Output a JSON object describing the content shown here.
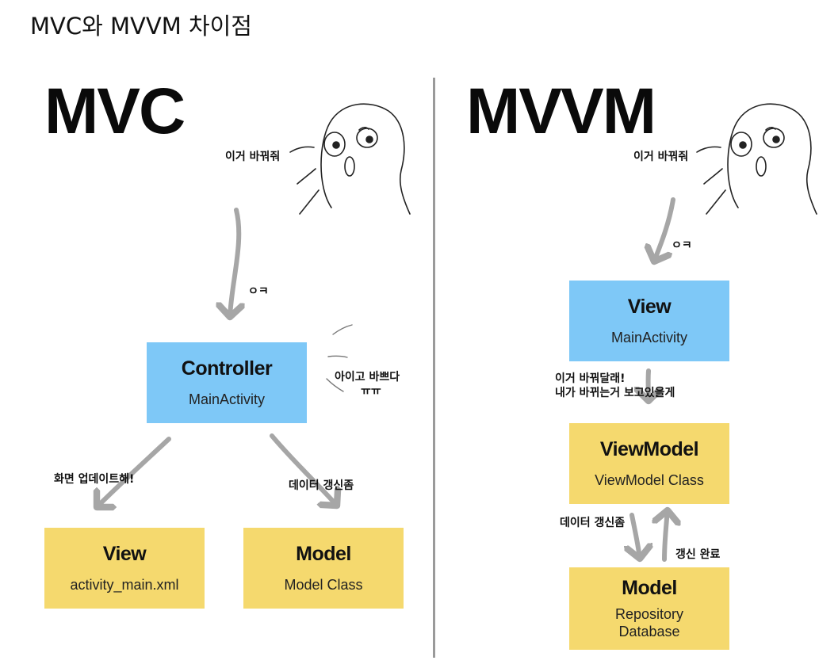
{
  "page_title": "MVC와 MVVM 차이점",
  "mvc": {
    "title": "MVC",
    "request_text": "이거 바꿔줘",
    "ok_text": "ㅇㅋ",
    "controller": {
      "title": "Controller",
      "subtitle": "MainActivity"
    },
    "busy_text_1": "아이고 바쁘다",
    "busy_text_2": "ㅠㅠ",
    "view_arrow_text": "화면 업데이트해!",
    "model_arrow_text": "데이터 갱신좀",
    "view": {
      "title": "View",
      "subtitle": "activity_main.xml"
    },
    "model": {
      "title": "Model",
      "subtitle": "Model Class"
    }
  },
  "mvvm": {
    "title": "MVVM",
    "request_text": "이거 바꿔줘",
    "ok_text": "ㅇㅋ",
    "view": {
      "title": "View",
      "subtitle": "MainActivity"
    },
    "observe_text_1": "이거 바꿔달래!",
    "observe_text_2": "내가 바뀌는거 보고있을게",
    "viewmodel": {
      "title": "ViewModel",
      "subtitle": "ViewModel Class"
    },
    "update_text": "데이터 갱신좀",
    "done_text": "갱신 완료",
    "model": {
      "title": "Model",
      "subtitle_1": "Repository",
      "subtitle_2": "Database"
    }
  },
  "colors": {
    "blue_box": "#7ec8f7",
    "yellow_box": "#f5d96e",
    "arrow": "#a6a6a6",
    "divider": "#9a9a9a"
  }
}
